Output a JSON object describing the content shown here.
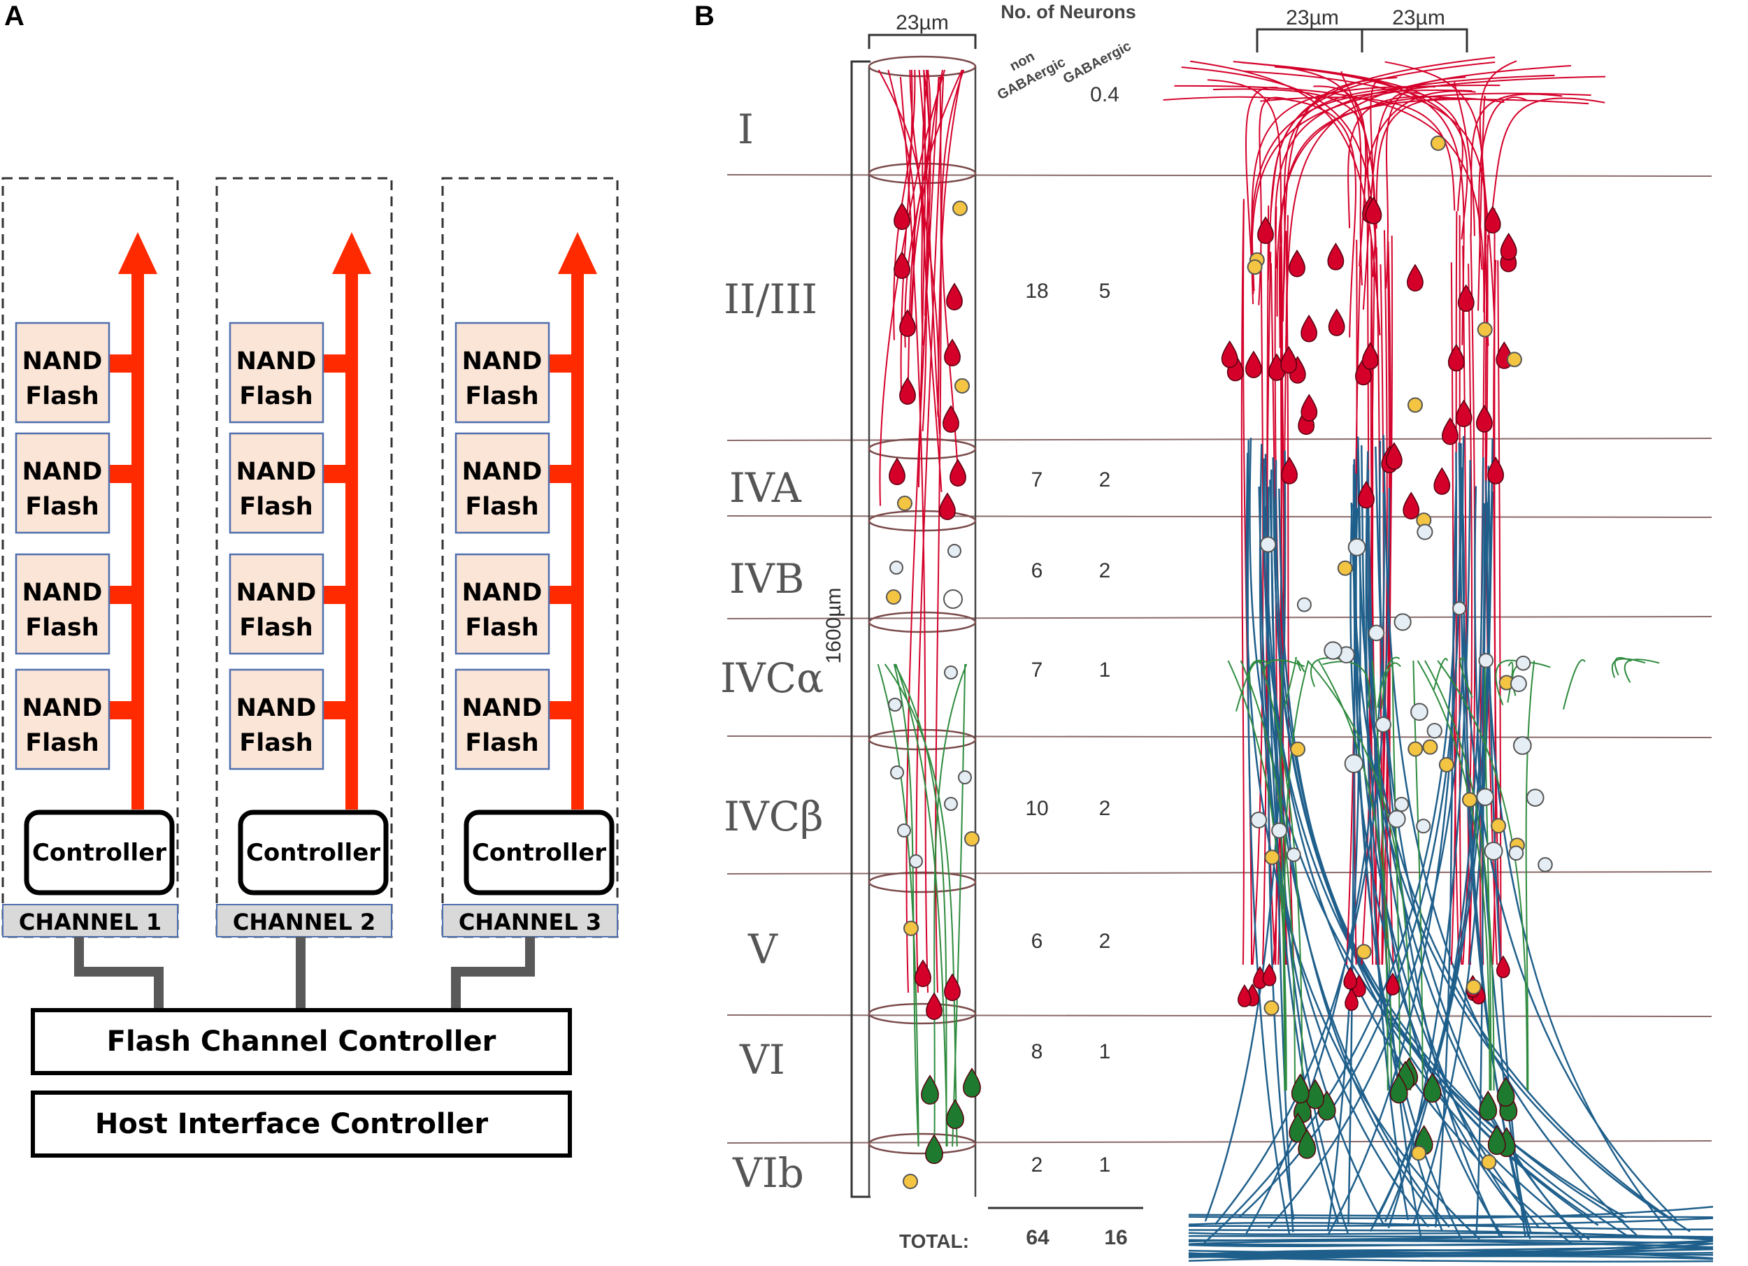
{
  "panel_a": {
    "letter": "A",
    "channels": [
      {
        "label": "CHANNEL 1",
        "controller": "Controller",
        "flash_chips": [
          [
            "NAND",
            "Flash"
          ],
          [
            "NAND",
            "Flash"
          ],
          [
            "NAND",
            "Flash"
          ],
          [
            "NAND",
            "Flash"
          ]
        ]
      },
      {
        "label": "CHANNEL 2",
        "controller": "Controller",
        "flash_chips": [
          [
            "NAND",
            "Flash"
          ],
          [
            "NAND",
            "Flash"
          ],
          [
            "NAND",
            "Flash"
          ],
          [
            "NAND",
            "Flash"
          ]
        ]
      },
      {
        "label": "CHANNEL 3",
        "controller": "Controller",
        "flash_chips": [
          [
            "NAND",
            "Flash"
          ],
          [
            "NAND",
            "Flash"
          ],
          [
            "NAND",
            "Flash"
          ],
          [
            "NAND",
            "Flash"
          ]
        ]
      }
    ],
    "flash_channel_controller": "Flash Channel Controller",
    "host_interface_controller": "Host Interface Controller",
    "colors": {
      "arrow": "#ff2a00",
      "chip_fill": "#fbe5d6",
      "chip_border": "#4f6fae",
      "channel_fill": "#d9d9d9",
      "connector": "#595959"
    }
  },
  "panel_b": {
    "letter": "B",
    "column_width_label": "23µm",
    "right_scale_labels": [
      "23µm",
      "23µm"
    ],
    "height_label": "1600µm",
    "header": {
      "title": "No. of Neurons",
      "col1_line1": "non",
      "col1_line2": "GABAergic",
      "col2": "GABAergic"
    },
    "layers": [
      {
        "name": "I",
        "non_gaba": "",
        "gaba": "0.4"
      },
      {
        "name": "II/III",
        "non_gaba": "18",
        "gaba": "5"
      },
      {
        "name": "IVA",
        "non_gaba": "7",
        "gaba": "2"
      },
      {
        "name": "IVB",
        "non_gaba": "6",
        "gaba": "2"
      },
      {
        "name": "IVCα",
        "non_gaba": "7",
        "gaba": "1"
      },
      {
        "name": "IVCβ",
        "non_gaba": "10",
        "gaba": "2"
      },
      {
        "name": "V",
        "non_gaba": "6",
        "gaba": "2"
      },
      {
        "name": "VI",
        "non_gaba": "8",
        "gaba": "1"
      },
      {
        "name": "VIb",
        "non_gaba": "2",
        "gaba": "1"
      }
    ],
    "total": {
      "label": "TOTAL:",
      "non_gaba": "64",
      "gaba": "16"
    },
    "colors": {
      "pyramidal": "#d4002a",
      "stellate": "#2e8b3e",
      "interneuron": "#f4c542",
      "blue_axon": "#1f5f8b",
      "layer_line": "#8a6a6a",
      "pale_cell": "#e6eef5"
    }
  }
}
